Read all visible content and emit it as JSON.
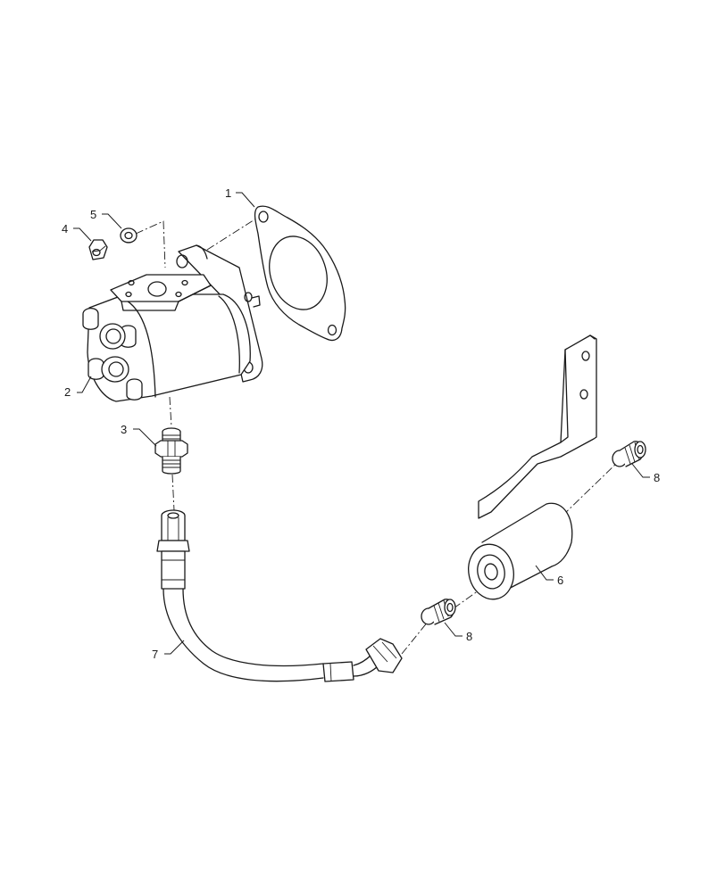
{
  "callouts": {
    "c1": "1",
    "c2": "2",
    "c3": "3",
    "c4": "4",
    "c5": "5",
    "c6": "6",
    "c7": "7",
    "c8a": "8",
    "c8b": "8"
  }
}
